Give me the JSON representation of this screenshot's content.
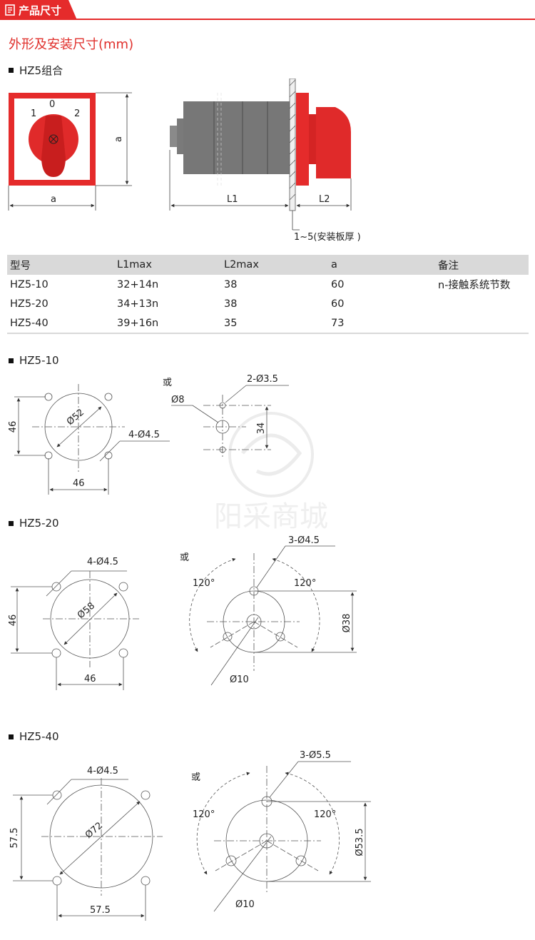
{
  "header": {
    "tab_label": "产品尺寸",
    "accent": "#e52b2b"
  },
  "section_title": "外形及安装尺寸(mm)",
  "combo": {
    "heading": "HZ5组合",
    "switch_positions": [
      "1",
      "0",
      "2"
    ],
    "dim_a": "a",
    "dim_l1": "L1",
    "dim_l2": "L2",
    "panel_note": "1~5(安装板厚 )"
  },
  "spec_table": {
    "headers": [
      "型号",
      "L1max",
      "L2max",
      "a",
      "备注"
    ],
    "rows": [
      [
        "HZ5-10",
        "32+14n",
        "38",
        "60",
        "n-接触系统节数"
      ],
      [
        "HZ5-20",
        "34+13n",
        "38",
        "60",
        ""
      ],
      [
        "HZ5-40",
        "39+16n",
        "35",
        "73",
        ""
      ]
    ]
  },
  "hz5_10": {
    "heading": "HZ5-10",
    "or": "或",
    "dia": "Ø52",
    "holes": "4-Ø4.5",
    "w": "46",
    "h": "46",
    "alt_holes": "2-Ø3.5",
    "alt_center": "Ø8",
    "alt_spacing": "34"
  },
  "hz5_20": {
    "heading": "HZ5-20",
    "or": "或",
    "dia": "Ø58",
    "holes": "4-Ø4.5",
    "w": "46",
    "h": "46",
    "alt_holes": "3-Ø4.5",
    "angle_left": "120°",
    "angle_right": "120°",
    "alt_circle": "Ø38",
    "alt_center": "Ø10"
  },
  "hz5_40": {
    "heading": "HZ5-40",
    "or": "或",
    "dia": "Ø72",
    "holes": "4-Ø4.5",
    "w": "57.5",
    "h": "57.5",
    "alt_holes": "3-Ø5.5",
    "angle_left": "120°",
    "angle_right": "120°",
    "alt_circle": "Ø53.5",
    "alt_center": "Ø10"
  },
  "watermark": {
    "text": "阳采商城"
  }
}
